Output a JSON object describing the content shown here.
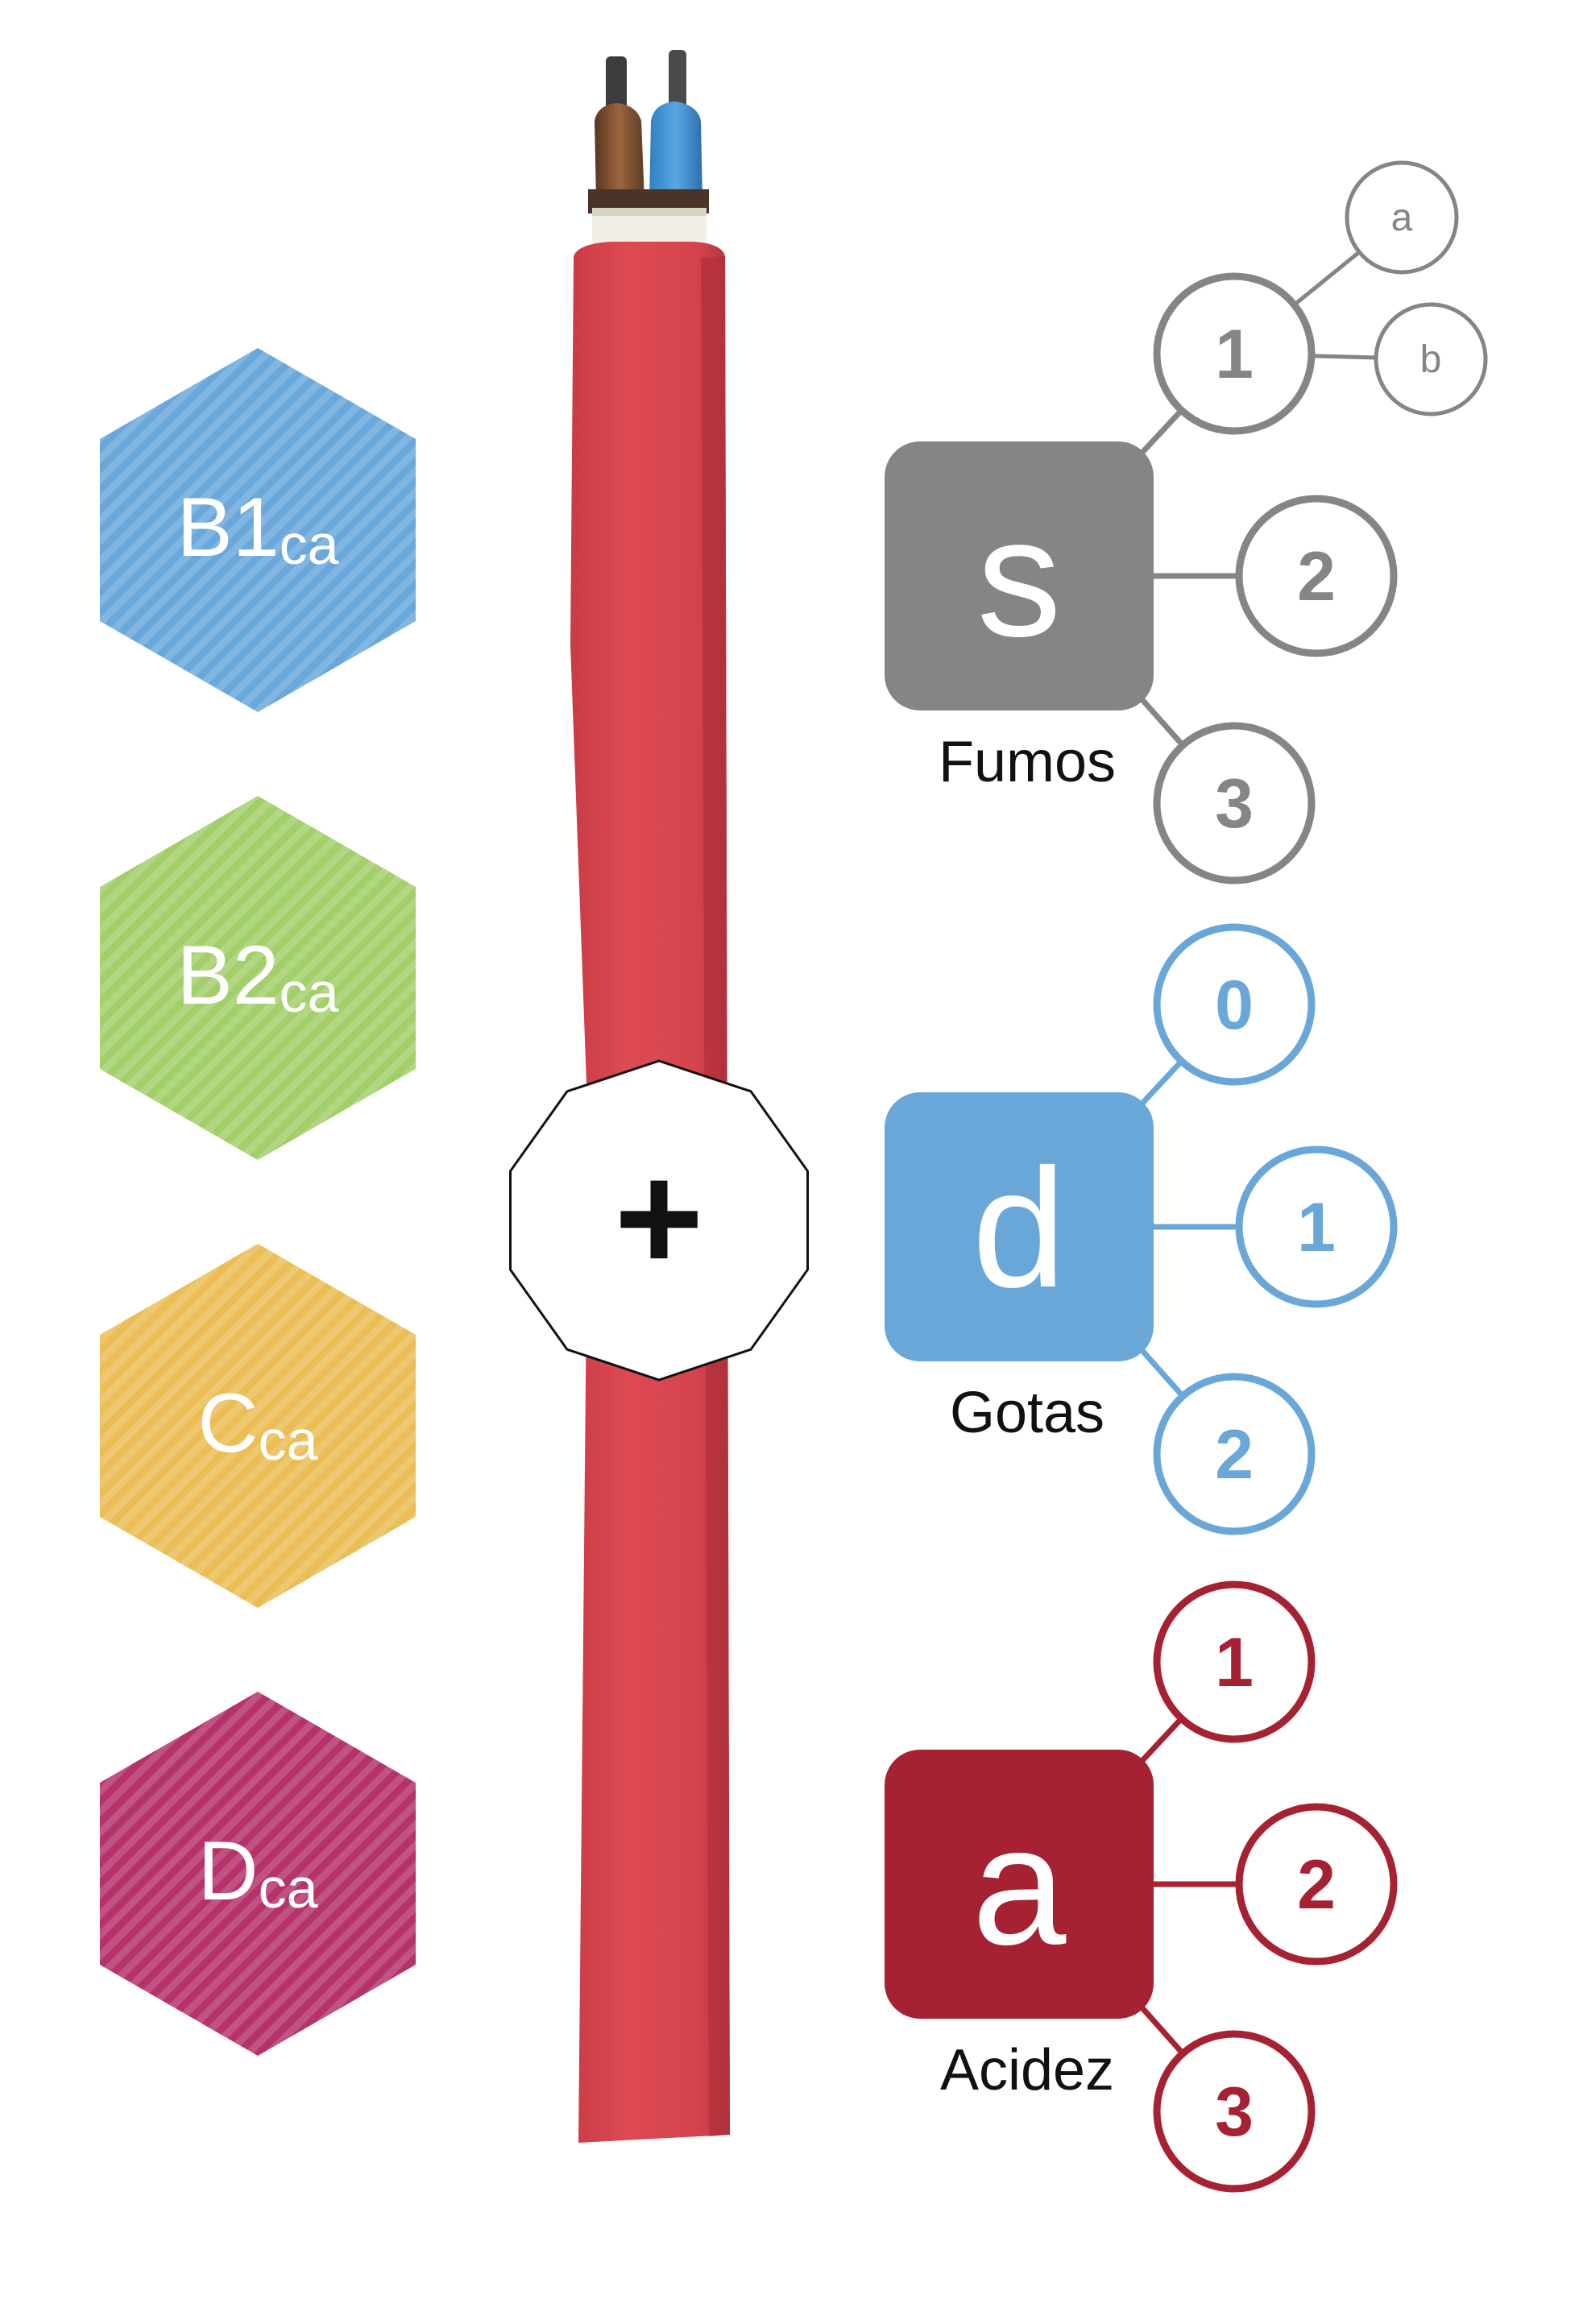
{
  "classes": [
    {
      "main": "B1",
      "sub": "ca",
      "color": "#6aa8dc"
    },
    {
      "main": "B2",
      "sub": "ca",
      "color": "#a3cf6a"
    },
    {
      "main": "C",
      "sub": "ca",
      "color": "#ebbd55"
    },
    {
      "main": "D",
      "sub": "ca",
      "color": "#b5326a"
    }
  ],
  "plus_symbol": "+",
  "criteria": [
    {
      "letter": "s",
      "label": "Fumos",
      "color": "#858585",
      "levels": [
        "1",
        "2",
        "3"
      ],
      "sublevels": [
        "a",
        "b"
      ]
    },
    {
      "letter": "d",
      "label": "Gotas",
      "color": "#69a7d9",
      "levels": [
        "0",
        "1",
        "2"
      ]
    },
    {
      "letter": "a",
      "label": "Acidez",
      "color": "#a62232",
      "levels": [
        "1",
        "2",
        "3"
      ]
    }
  ],
  "cable_colors": {
    "jacket": "#d7434c",
    "jacket_shade": "#b9343e",
    "wire_brown": "#7a4a2a",
    "wire_blue": "#3f8fd0"
  }
}
